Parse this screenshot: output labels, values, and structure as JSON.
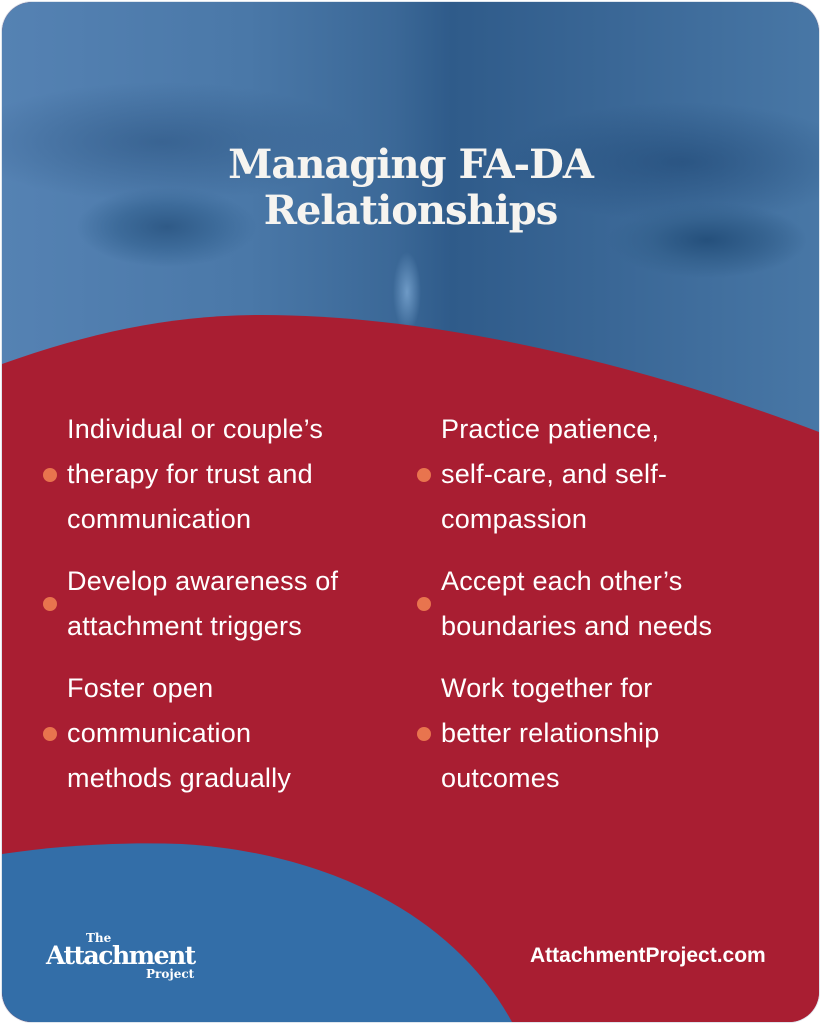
{
  "title": {
    "line1": "Managing FA-DA",
    "line2": "Relationships"
  },
  "tips": {
    "left": [
      {
        "text": "Individual or couple’s\ntherapy for trust and\ncommunication"
      },
      {
        "text": "Develop awareness of\nattachment triggers"
      },
      {
        "text": "Foster open\ncommunication\nmethods gradually"
      }
    ],
    "right": [
      {
        "text": "Practice patience,\nself-care, and self-\ncompassion"
      },
      {
        "text": "Accept each other’s\nboundaries and needs"
      },
      {
        "text": "Work together for\nbetter relationship\noutcomes"
      }
    ]
  },
  "footer": {
    "logo": {
      "the": "The",
      "attachment": "Attachment",
      "project": "Project"
    },
    "website": "AttachmentProject.com"
  },
  "colors": {
    "blue": "#336ea8",
    "red": "#a91e32",
    "bullet": "#e8744e",
    "text": "#ffffff"
  },
  "icons": {
    "bullet": "orange-dot"
  }
}
